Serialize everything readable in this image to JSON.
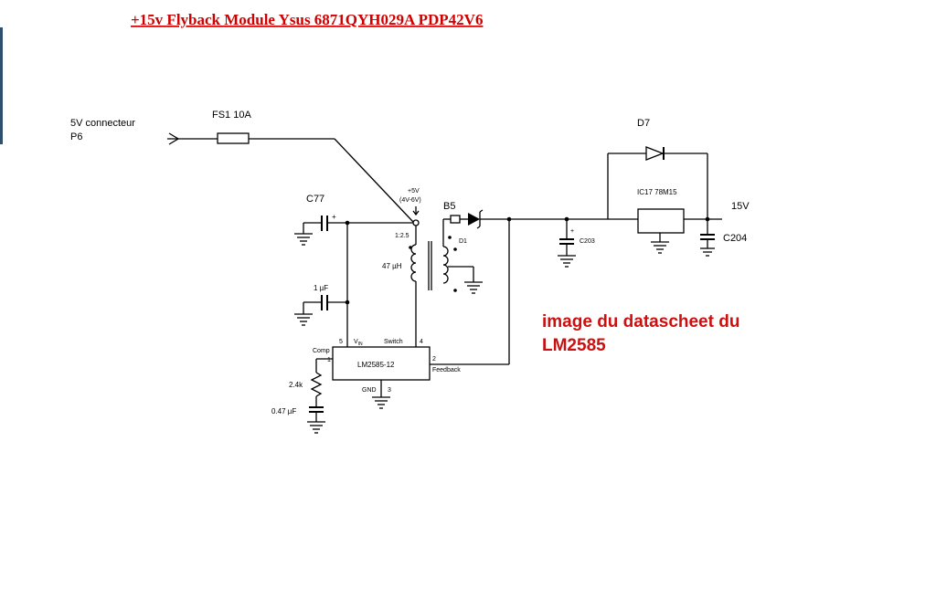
{
  "title": "+15v Flyback Module Ysus 6871QYH029A  PDP42V6",
  "note": {
    "line1": "image du datascheet du",
    "line2": "LM2585"
  },
  "input": {
    "label": "5V connecteur",
    "connector": "P6"
  },
  "components": {
    "fuse": "FS1 10A",
    "c77": "C77",
    "plus": "+",
    "rail_5v": "+5V",
    "rail_5v_range": "(4V-6V)",
    "b5": "B5",
    "ratio": "1:2.5",
    "d1": "D1",
    "inductance": "47 µH",
    "cap_1uf": "1 µF",
    "d7": "D7",
    "ic17": "IC17  78M15",
    "out_15v": "15V",
    "c203": "C203",
    "c204": "C204",
    "r_24k": "2.4k",
    "c_047": "0.47 µF"
  },
  "ic": {
    "name": "LM2585-12",
    "pin_vin_num": "5",
    "pin_vin": "V",
    "pin_vin_sub": "IN",
    "pin_switch": "Switch",
    "pin_switch_num": "4",
    "pin_comp": "Comp",
    "pin_comp_num": "1",
    "pin_fb_num": "2",
    "pin_feedback": "Feedback",
    "pin_gnd": "GND",
    "pin_gnd_num": "3"
  }
}
